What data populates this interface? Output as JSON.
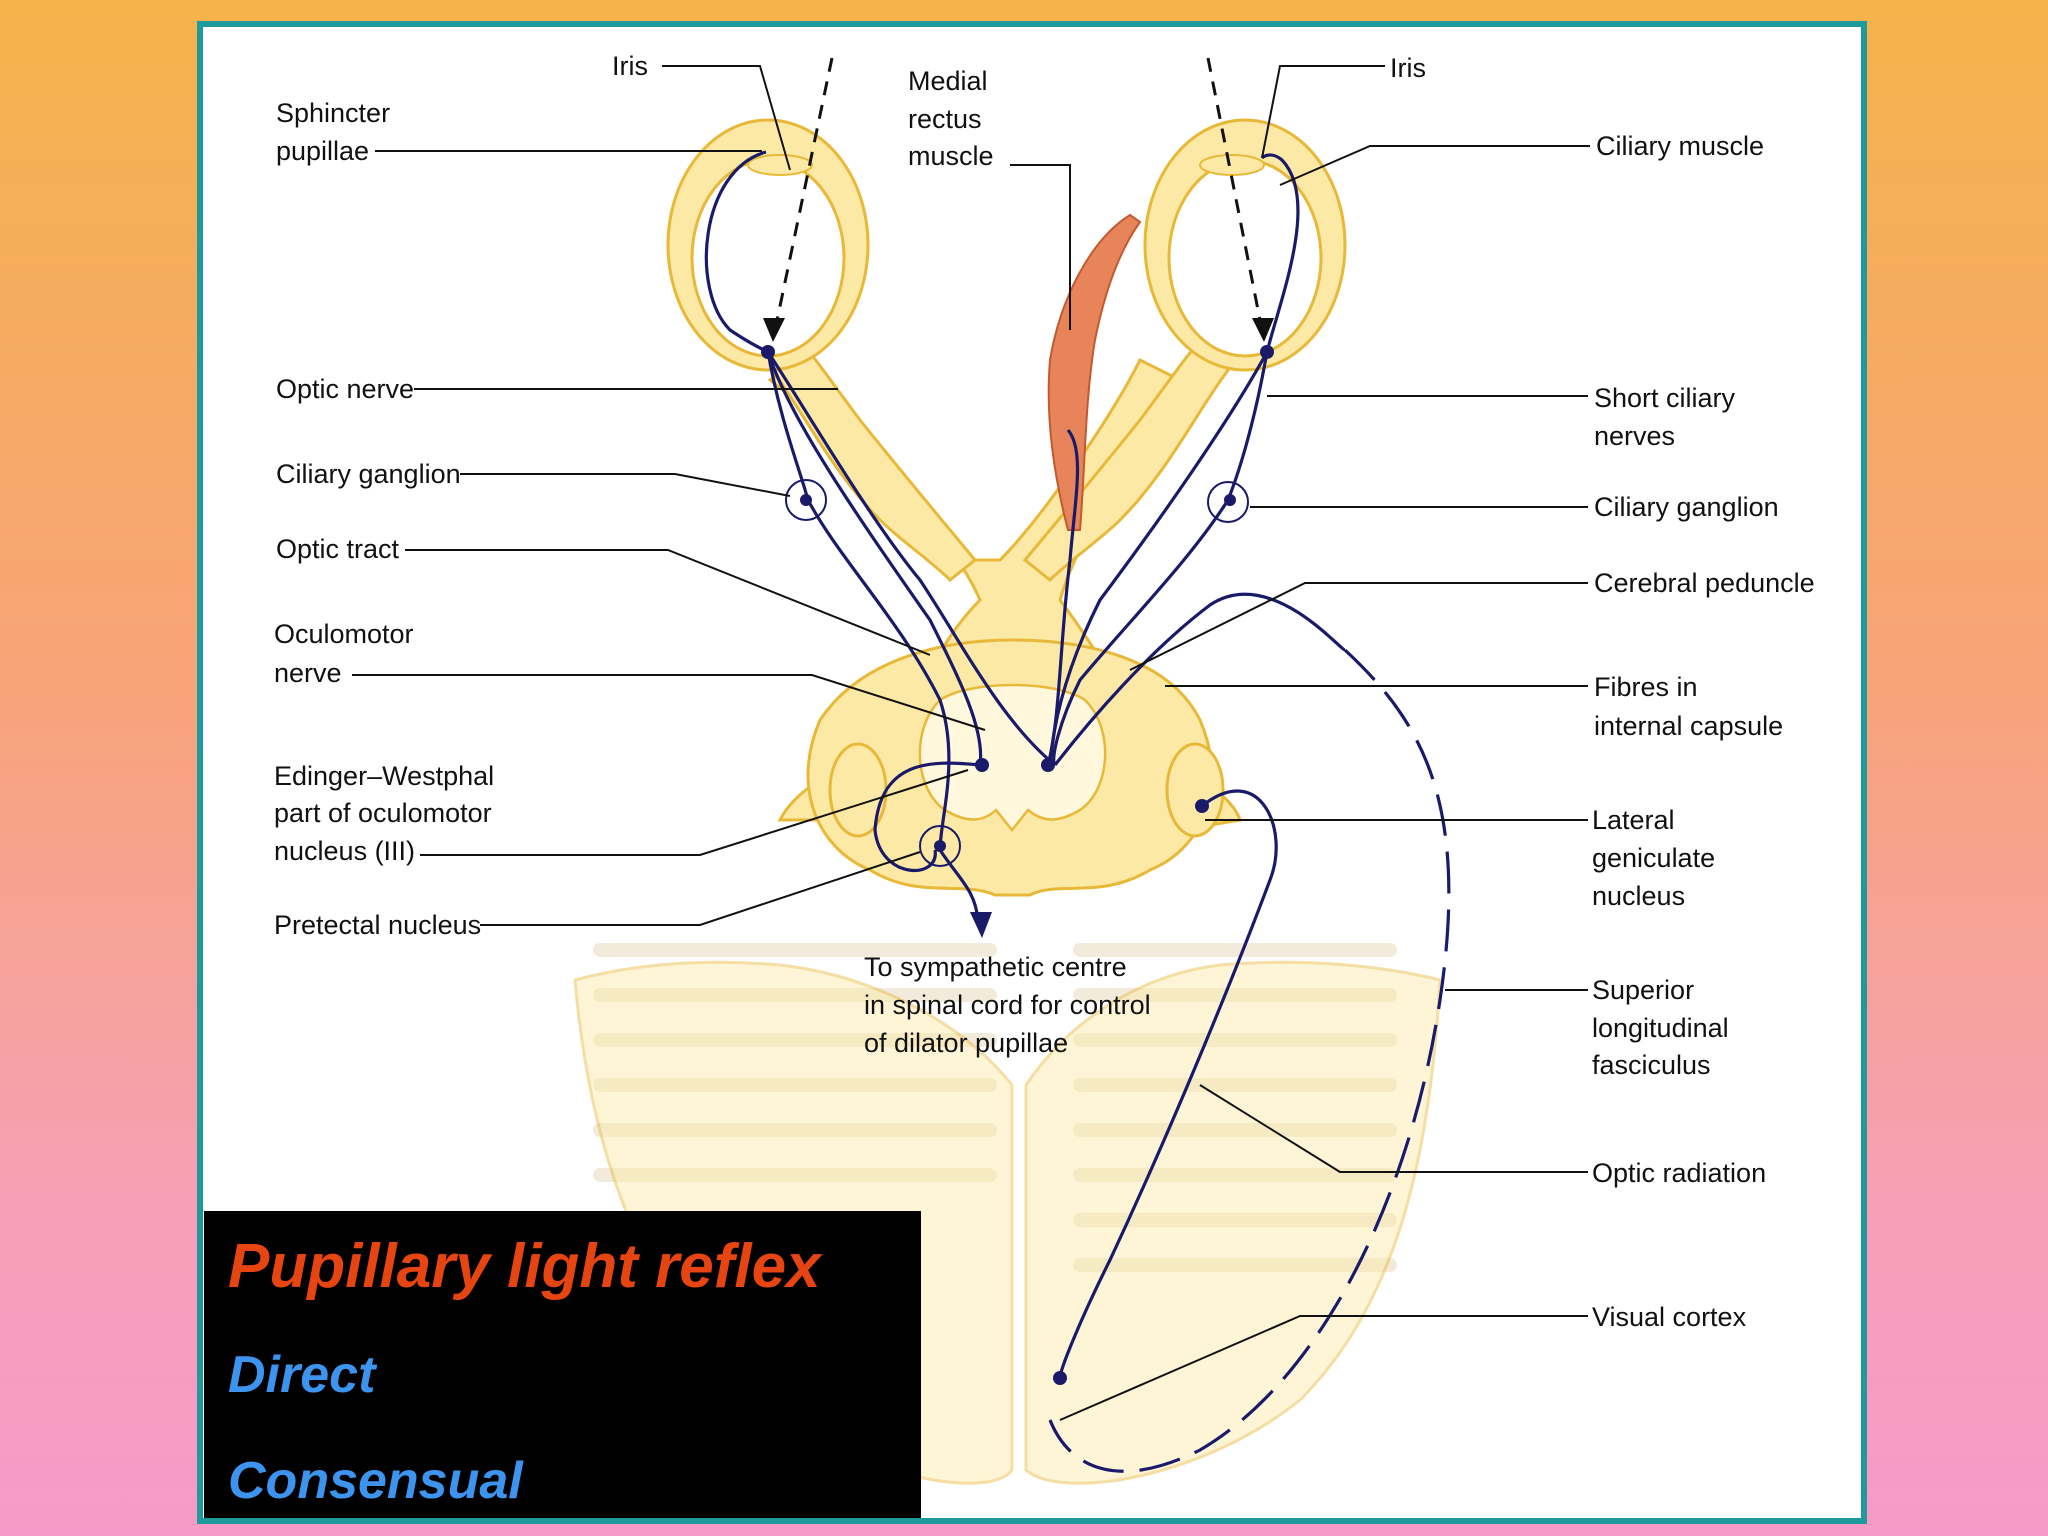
{
  "labels": {
    "iris_left": "Iris",
    "iris_right": "Iris",
    "medial_rectus_1": "Medial",
    "medial_rectus_2": "rectus",
    "medial_rectus_3": "muscle",
    "sphincter_1": "Sphincter",
    "sphincter_2": "pupillae",
    "ciliary_muscle": "Ciliary muscle",
    "optic_nerve": "Optic nerve",
    "short_ciliary_1": "Short ciliary",
    "short_ciliary_2": "nerves",
    "ciliary_ganglion_left": "Ciliary ganglion",
    "ciliary_ganglion_right": "Ciliary ganglion",
    "optic_tract": "Optic tract",
    "cerebral_peduncle": "Cerebral peduncle",
    "oculomotor_1": "Oculomotor",
    "oculomotor_2": "nerve",
    "fibres_1": "Fibres in",
    "fibres_2": "internal capsule",
    "edinger_1": "Edinger–Westphal",
    "edinger_2": "part of oculomotor",
    "edinger_3": "nucleus (III)",
    "lgn_1": "Lateral",
    "lgn_2": "geniculate",
    "lgn_3": "nucleus",
    "pretectal": "Pretectal nucleus",
    "sympathetic_1": "To sympathetic centre",
    "sympathetic_2": "in spinal cord for control",
    "sympathetic_3": "of dilator pupillae",
    "slf_1": "Superior",
    "slf_2": "longitudinal",
    "slf_3": "fasciculus",
    "optic_radiation": "Optic radiation",
    "visual_cortex": "Visual cortex"
  },
  "title_box": {
    "title": "Pupillary light reflex",
    "item1": "Direct",
    "item2": "Consensual"
  },
  "colors": {
    "title": "#e64512",
    "items": "#3c94ef",
    "frame": "#1e9a9a",
    "nerve": "#1a1a6a",
    "tissue": "#fde9a6",
    "muscle": "#e8845a"
  }
}
